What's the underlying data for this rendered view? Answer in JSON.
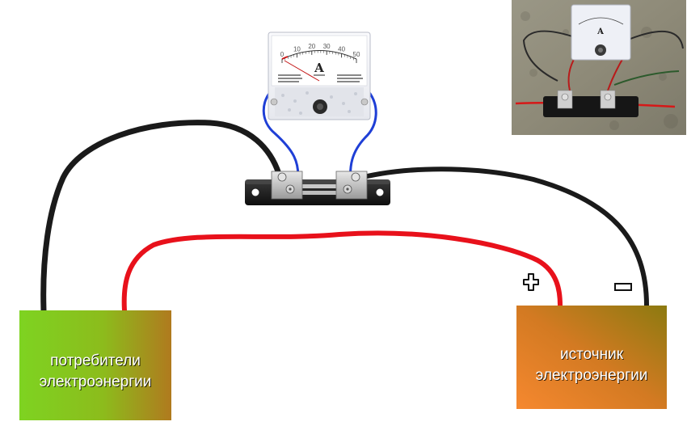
{
  "consumer": {
    "label_line1": "потребители",
    "label_line2": "электроэнергии",
    "color_left": "#7ed321",
    "color_right": "#b07a1e"
  },
  "source": {
    "label_line1": "источник",
    "label_line2": "электроэнергии",
    "color_left": "#f08a30",
    "color_right": "#8c7a10"
  },
  "polarity": {
    "plus": "+",
    "minus": "−"
  },
  "ammeter": {
    "unit": "A",
    "scale": [
      "0",
      "10",
      "20",
      "30",
      "40",
      "50"
    ]
  },
  "wires": {
    "positive_color": "#e8111b",
    "negative_color": "#1a1a1a",
    "meter_lead_color": "#1f3fd6"
  },
  "inset_photo": {
    "meter_unit": "A"
  }
}
